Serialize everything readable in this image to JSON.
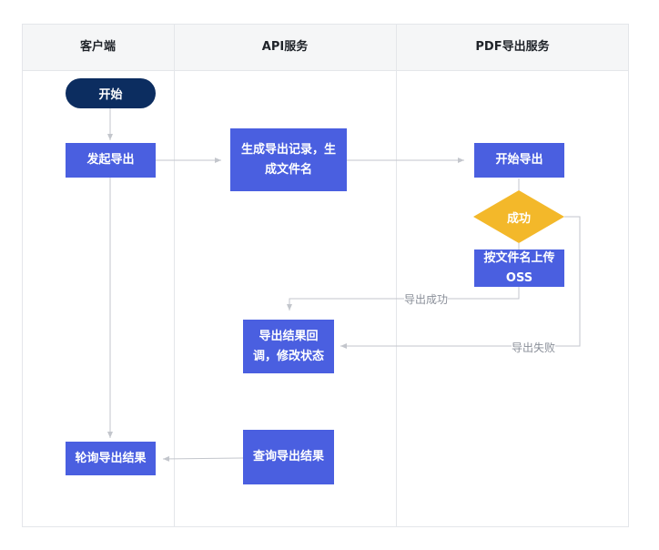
{
  "lanes": [
    {
      "title": "客户端"
    },
    {
      "title": "API服务"
    },
    {
      "title": "PDF导出服务"
    }
  ],
  "nodes": {
    "start": "开始",
    "initiate_export": "发起导出",
    "create_record": "生成导出记录，生成文件名",
    "begin_export": "开始导出",
    "success_decision": "成功",
    "upload_oss": "按文件名上传OSS",
    "callback": "导出结果回调，修改状态",
    "query_result": "查询导出结果",
    "poll_result": "轮询导出结果"
  },
  "edge_labels": {
    "export_success": "导出成功",
    "export_fail": "导出失败"
  },
  "colors": {
    "process": "#4a5fe0",
    "terminal": "#0c2d60",
    "decision": "#f3b82a",
    "connector": "#c3c6cc",
    "header_bg": "#f5f6f7"
  }
}
